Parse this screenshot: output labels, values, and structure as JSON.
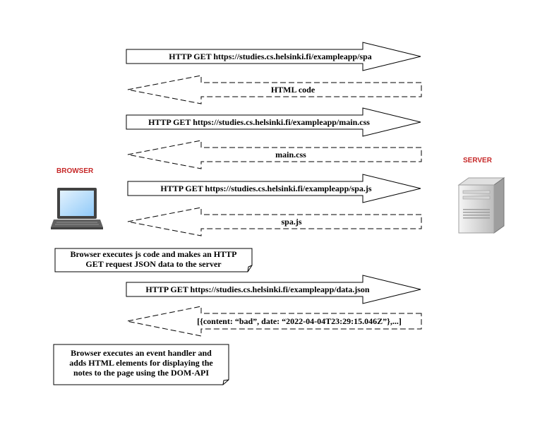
{
  "actors": {
    "browser": "BROWSER",
    "server": "SERVER"
  },
  "messages": [
    {
      "text": "HTTP GET https://studies.cs.helsinki.fi/exampleapp/spa",
      "direction": "to-server",
      "style": "solid"
    },
    {
      "text": "HTML code",
      "direction": "to-browser",
      "style": "dashed"
    },
    {
      "text": "HTTP GET https://studies.cs.helsinki.fi/exampleapp/main.css",
      "direction": "to-server",
      "style": "solid"
    },
    {
      "text": "main.css",
      "direction": "to-browser",
      "style": "dashed"
    },
    {
      "text": "HTTP GET https://studies.cs.helsinki.fi/exampleapp/spa.js",
      "direction": "to-server",
      "style": "solid"
    },
    {
      "text": "spa.js",
      "direction": "to-browser",
      "style": "dashed"
    },
    {
      "text": "HTTP GET https://studies.cs.helsinki.fi/exampleapp/data.json",
      "direction": "to-server",
      "style": "solid"
    },
    {
      "text": "[{content: “bad”, date: “2022-04-04T23:29:15.046Z”},...]",
      "direction": "to-browser",
      "style": "dashed"
    }
  ],
  "notes": [
    {
      "lines": [
        "Browser executes js code and makes an HTTP",
        "GET request JSON data to the server"
      ]
    },
    {
      "lines": [
        "Browser executes an event handler and",
        "adds HTML elements for displaying the",
        "notes to the page using the DOM-API"
      ]
    }
  ],
  "colors": {
    "actor_label": "#c62828",
    "stroke": "#000000"
  }
}
